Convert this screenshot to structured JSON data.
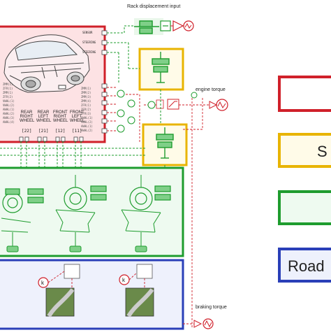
{
  "labels": {
    "rack_input": "Rack displacement input",
    "engine_torque": "engine torque",
    "braking_torque": "braking torque"
  },
  "car_panel": {
    "ports_right": [
      "SENSOR",
      "STEERING",
      "STEERING"
    ],
    "wheel_headers": [
      "REAR",
      "REAR",
      "FRONT",
      "FRONT"
    ],
    "wheel_sides": [
      "RIGHT",
      "LEFT",
      "RIGHT",
      "LEFT"
    ],
    "wheel_word": "WHEEL",
    "wheel_ids": [
      "[22]",
      "[21]",
      "[12]",
      "[11]"
    ]
  },
  "legend": [
    {
      "text": "",
      "color": "#d0202a",
      "fill": "#fff"
    },
    {
      "text": "S",
      "color": "#e8b400",
      "fill": "#fffbe8"
    },
    {
      "text": "",
      "color": "#1e9c2e",
      "fill": "#eefaf0"
    },
    {
      "text": "Road",
      "color": "#2a3fb8",
      "fill": "#eef1fc"
    }
  ],
  "colors": {
    "car": "#d0202a",
    "steering": "#e8b400",
    "suspension": "#1e9c2e",
    "road": "#2a3fb8",
    "signal": "#d0202a",
    "mech": "#1e9c2e"
  },
  "icons": [
    "car-icon",
    "spring-damper-icon",
    "tire-icon",
    "road-icon",
    "sensor-icon",
    "source-icon",
    "gain-icon",
    "summing-junction-icon"
  ]
}
